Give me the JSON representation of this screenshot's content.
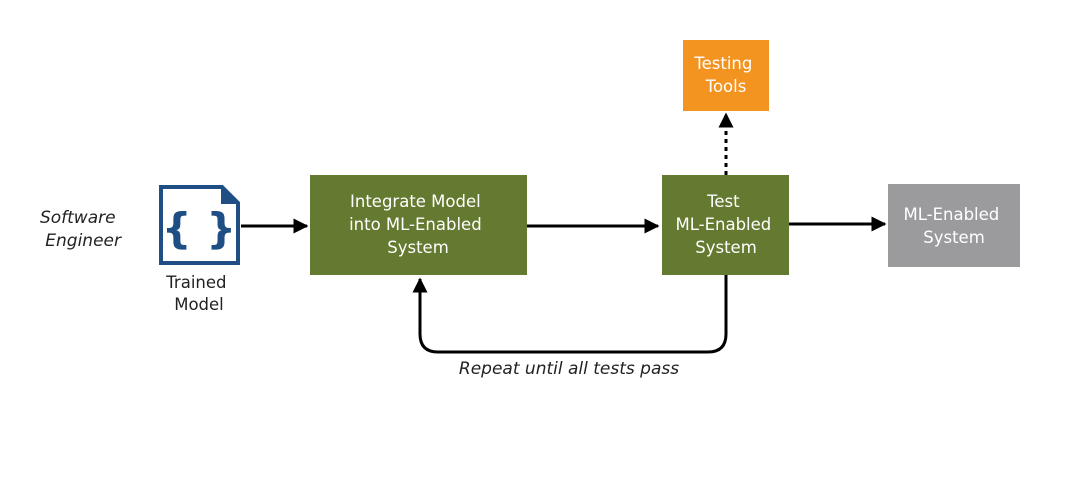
{
  "actor": {
    "lines": [
      "Software",
      "Engineer"
    ]
  },
  "artifact": {
    "icon": "curly-braces-document-icon",
    "lines": [
      "Trained",
      "Model"
    ]
  },
  "nodes": {
    "integrate": {
      "lines": [
        "Integrate Model",
        "into ML-Enabled",
        "System"
      ]
    },
    "test": {
      "lines": [
        "Test",
        "ML-Enabled",
        "System"
      ]
    },
    "tools": {
      "lines": [
        "Testing",
        "Tools"
      ]
    },
    "output": {
      "lines": [
        "ML-Enabled",
        "System"
      ]
    }
  },
  "loop_label": "Repeat until all tests pass",
  "colors": {
    "process_box": "#647a30",
    "tools_box": "#f39420",
    "output_box": "#9b9b9e",
    "icon_blue": "#1f4e85",
    "arrow": "#000000"
  }
}
